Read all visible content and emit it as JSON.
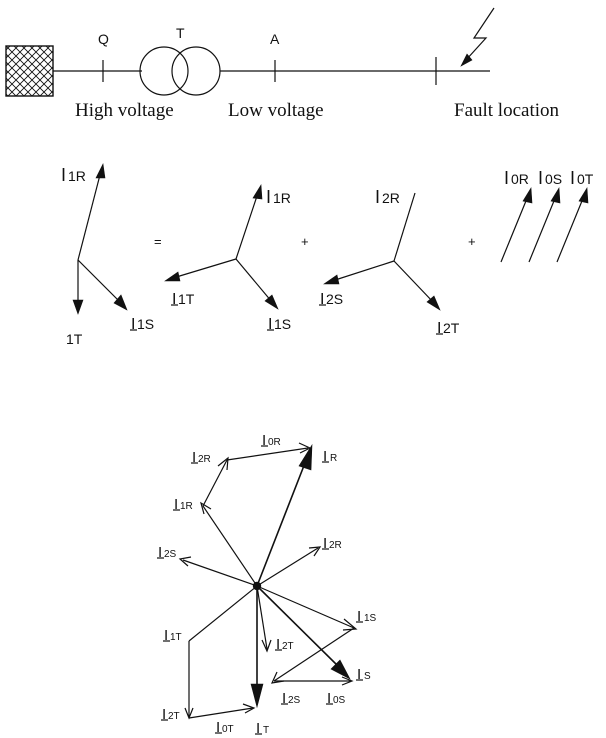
{
  "circuit": {
    "breaker_q_label": "Q",
    "transformer_label": "T",
    "point_a_label": "A",
    "high_voltage_label": "High voltage",
    "low_voltage_label": "Low voltage",
    "fault_location_label": "Fault location"
  },
  "decomposition": {
    "total": {
      "r_label": "I",
      "r_sub": "1R",
      "t_label": "1T",
      "s_label": "I",
      "s_sub": "1S"
    },
    "equals_sign": "=",
    "positive": {
      "r_label": "I",
      "r_sub": "1R",
      "t_label": "I",
      "t_sub": "1T",
      "s_label": "I",
      "s_sub": "1S"
    },
    "plus_1": "+",
    "negative": {
      "r_label": "I",
      "r_sub": "2R",
      "s_label": "I",
      "s_sub": "2S",
      "t_label": "I",
      "t_sub": "2T"
    },
    "plus_2": "+",
    "zero": {
      "r_label": "I",
      "r_sub": "0R",
      "s_label": "I",
      "s_sub": "0S",
      "t_label": "I",
      "t_sub": "0T"
    }
  },
  "phasor_sum": {
    "i0r": {
      "main": "I",
      "sub": "0R"
    },
    "ir": {
      "main": "I",
      "sub": "R"
    },
    "i2r_top": {
      "main": "I",
      "sub": "2R"
    },
    "i1r": {
      "main": "I",
      "sub": "1R"
    },
    "i2r_right": {
      "main": "I",
      "sub": "2R"
    },
    "i2s_left": {
      "main": "I",
      "sub": "2S"
    },
    "i1s": {
      "main": "I",
      "sub": "1S"
    },
    "i1t": {
      "main": "I",
      "sub": "1T"
    },
    "i2t_inner": {
      "main": "I",
      "sub": "2T"
    },
    "is": {
      "main": "I",
      "sub": "S"
    },
    "i2s_bottom": {
      "main": "I",
      "sub": "2S"
    },
    "i0s": {
      "main": "I",
      "sub": "0S"
    },
    "i2t_bottom": {
      "main": "I",
      "sub": "2T"
    },
    "i0t": {
      "main": "I",
      "sub": "0T"
    },
    "it": {
      "main": "I",
      "sub": "T"
    }
  }
}
